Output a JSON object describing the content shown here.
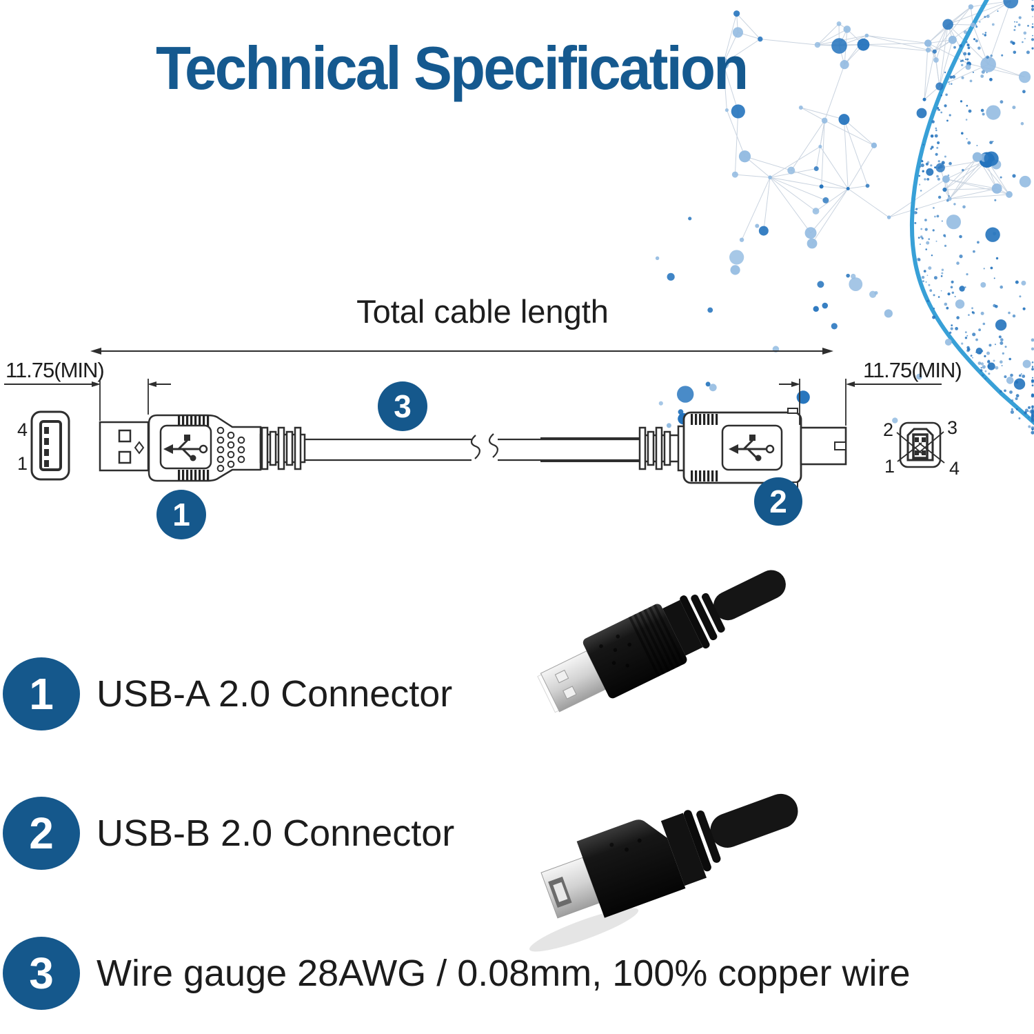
{
  "title": "Technical Specification",
  "diagram": {
    "total_length_label": "Total cable length",
    "dim_left": "11.75(MIN)",
    "dim_right": "11.75(MIN)",
    "usb_a_front": {
      "pin_top": "4",
      "pin_bottom": "1"
    },
    "usb_b_front": {
      "pin_top_left": "2",
      "pin_top_right": "3",
      "pin_bottom_left": "1",
      "pin_bottom_right": "4"
    },
    "markers": {
      "usb_a": "1",
      "usb_b": "2",
      "cable": "3"
    }
  },
  "legend": {
    "items": [
      {
        "number": "1",
        "label": "USB-A 2.0 Connector"
      },
      {
        "number": "2",
        "label": "USB-B 2.0 Connector"
      },
      {
        "number": "3",
        "label": "Wire gauge 28AWG / 0.08mm, 100% copper wire"
      }
    ]
  },
  "theme": {
    "accent_blue": "#15588C",
    "title_blue": "#15598F",
    "drawing_line": "#2e2e2e",
    "deco_light": "#93BBE1",
    "deco_mid": "#2473BD",
    "deco_curve": "#2D9BD5",
    "deco_mesh": "#C9D3DF"
  }
}
